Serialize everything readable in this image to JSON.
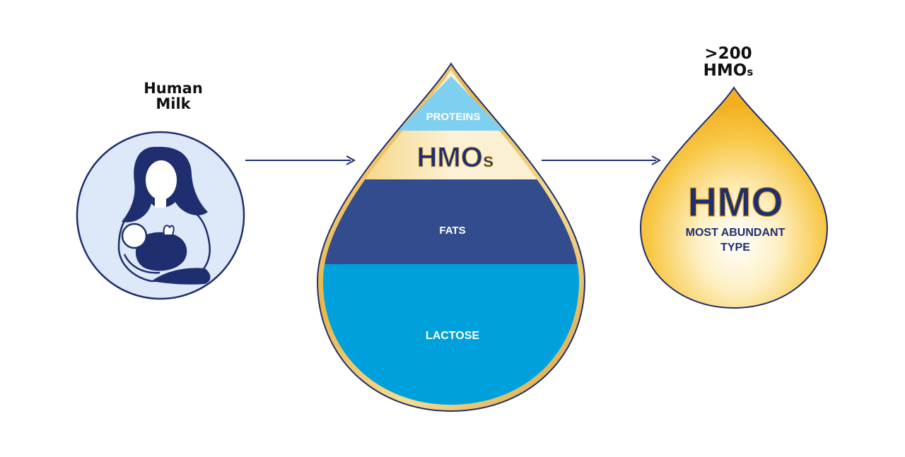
{
  "human_milk": {
    "label_line1": "Human",
    "label_line2": "Milk",
    "icon": "breastfeeding-mother-icon"
  },
  "composition": {
    "proteins": "PROTEINS",
    "hmos_main": "HMO",
    "hmos_suffix": "s",
    "fats": "FATS",
    "lactose": "LACTOSE"
  },
  "hmo_drop": {
    "count_line1": ">200",
    "count_line2_main": "HMO",
    "count_line2_suffix": "s",
    "title": "HMO",
    "subtitle_line1": "MOST ABUNDANT",
    "subtitle_line2": "TYPE"
  },
  "colors": {
    "navy": "#1f2e6e",
    "proteins": "#7fd0f0",
    "fats": "#334c8e",
    "lactose": "#00a0dc",
    "gold": "#f2b933",
    "circle_fill": "#dde9f8"
  }
}
